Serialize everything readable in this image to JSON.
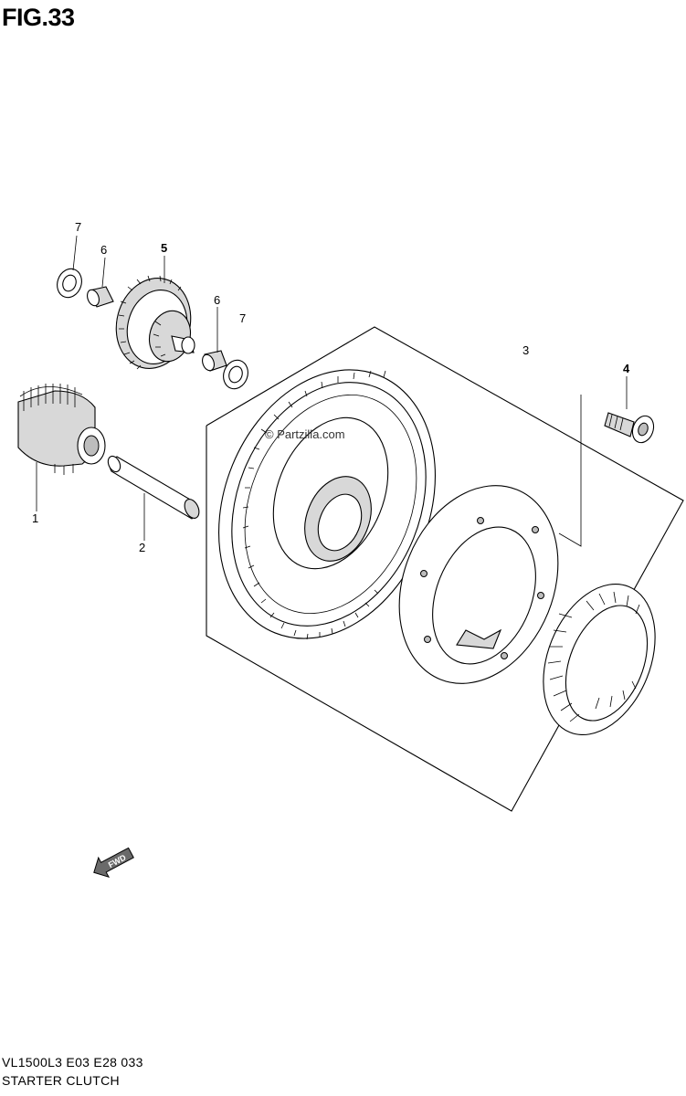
{
  "figure": {
    "title": "FIG.33",
    "watermark": "© Partzilla.com",
    "fwd_label": "FWD"
  },
  "callouts": [
    {
      "id": "c1",
      "label": "1"
    },
    {
      "id": "c2",
      "label": "2"
    },
    {
      "id": "c3",
      "label": "3"
    },
    {
      "id": "c4",
      "label": "4"
    },
    {
      "id": "c5",
      "label": "5"
    },
    {
      "id": "c6a",
      "label": "6"
    },
    {
      "id": "c6b",
      "label": "6"
    },
    {
      "id": "c7a",
      "label": "7"
    },
    {
      "id": "c7b",
      "label": "7"
    }
  ],
  "footer": {
    "model_code": "VL1500L3  E03  E28  033",
    "section_name": "STARTER CLUTCH"
  }
}
